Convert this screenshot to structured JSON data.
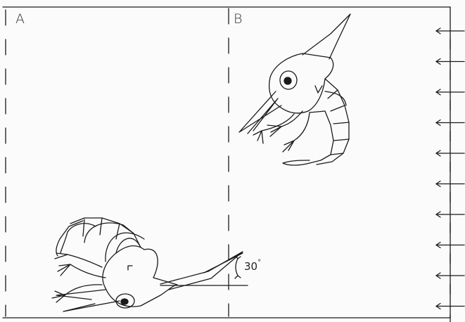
{
  "figure": {
    "panel_a_label": "A",
    "panel_b_label": "B",
    "angle_value": "30",
    "angle_unit": "°"
  },
  "colors": {
    "ink": "#1a1a1a",
    "background": "#fbfbfb"
  },
  "icons": {
    "flow_arrow": "left-arrow-icon"
  }
}
